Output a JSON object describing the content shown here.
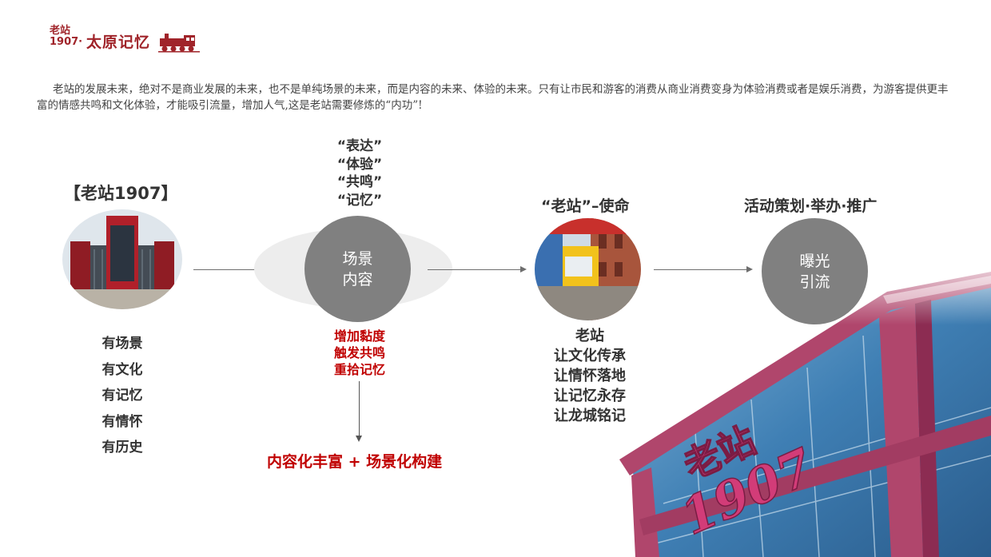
{
  "logo": {
    "small_line1": "老站",
    "small_line2": "1907·",
    "main_text": "太原记忆"
  },
  "intro": "老站的发展未来，绝对不是商业发展的未来，也不是单纯场景的未来，而是内容的未来、体验的未来。只有让市民和游客的消费从商业消费变身为体验消费或者是娱乐消费，为游客提供更丰富的情感共鸣和文化体验，才能吸引流量，增加人气,这是老站需要修炼的“内功”!",
  "stage1": {
    "title": "【老站1907】",
    "items": [
      "有场景",
      "有文化",
      "有记忆",
      "有情怀",
      "有历史"
    ]
  },
  "stage2": {
    "quotes": [
      "“表达”",
      "“体验”",
      "“共鸣”",
      "“记忆”"
    ],
    "circle_line1": "场景",
    "circle_line2": "内容",
    "red_items": [
      "增加黏度",
      "触发共鸣",
      "重拾记忆"
    ],
    "bottom": "内容化丰富 + 场景化构建"
  },
  "stage3": {
    "title": "“老站”–使命",
    "items": [
      "老站",
      "让文化传承",
      "让情怀落地",
      "让记忆永存",
      "让龙城铭记"
    ]
  },
  "stage4": {
    "title": "活动策划·举办·推广",
    "circle_line1": "曝光",
    "circle_line2": "引流"
  },
  "building_sign": {
    "line1": "老站",
    "line2": "1907"
  },
  "colors": {
    "accent_red": "#c00000",
    "logo_red": "#a0242a",
    "circle_gray": "#808080"
  }
}
